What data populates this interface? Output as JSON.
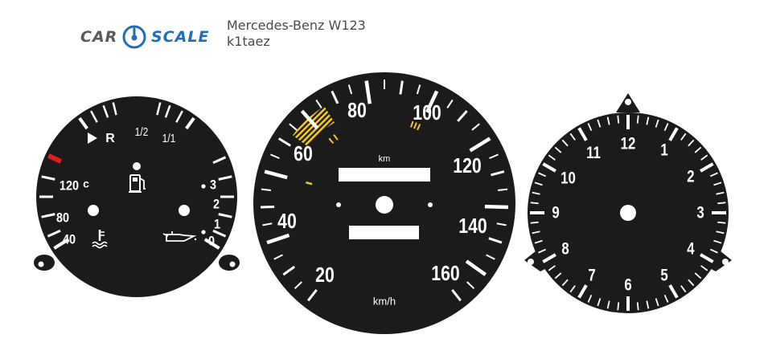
{
  "brand": {
    "left": "CAR",
    "right": "SCALE",
    "accent": "#1f6fb8",
    "gray": "#5a5a5a"
  },
  "title": {
    "model": "Mercedes-Benz W123",
    "code": "k1taez"
  },
  "colors": {
    "face": "#1b1b1b",
    "marking": "#ffffff",
    "yellow": "#f2c91e",
    "red": "#e01e1e"
  },
  "combo_gauge": {
    "fuel_labels": [
      "R",
      "1/2",
      "1/1"
    ],
    "fuel_icon": "reserve-arrow-icon",
    "temp_labels": [
      "120",
      "c",
      "80",
      "40"
    ],
    "oil_labels": [
      "3",
      "2",
      "1",
      "0"
    ],
    "icons": [
      "fuel-pump-icon",
      "coolant-temperature-icon",
      "oil-can-icon"
    ]
  },
  "speedometer": {
    "labels": [
      "20",
      "40",
      "60",
      "80",
      "100",
      "120",
      "140",
      "160"
    ],
    "unit": "km/h",
    "odometer_unit": "km",
    "range": [
      0,
      170
    ]
  },
  "clock": {
    "numerals": [
      "12",
      "1",
      "2",
      "3",
      "4",
      "5",
      "6",
      "7",
      "8",
      "9",
      "10",
      "11"
    ]
  }
}
